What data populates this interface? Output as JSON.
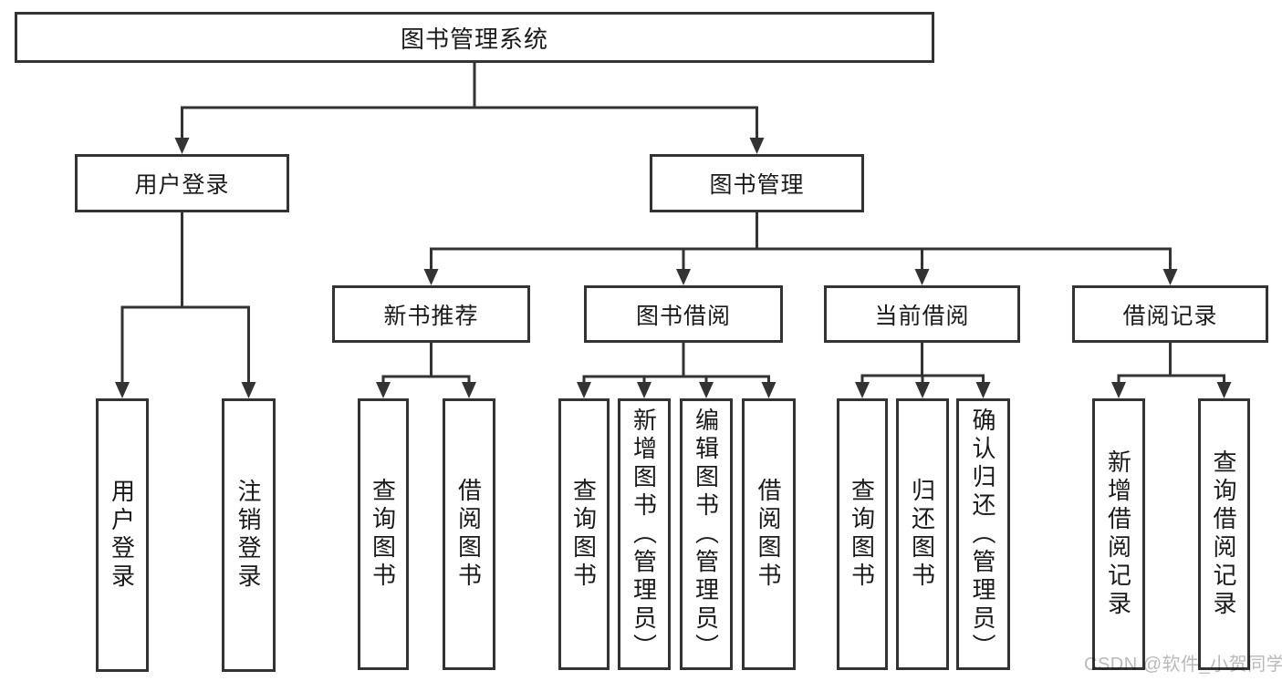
{
  "watermark": "CSDN @软件_小贺同学",
  "colors": {
    "line": "#333333",
    "text": "#1a1a1a",
    "watermark_gray": "#b9b9b9",
    "background": "#ffffff"
  },
  "tree": {
    "root": "图书管理系统",
    "user_login": {
      "label": "用户登录",
      "children": [
        "用户登录",
        "注销登录"
      ]
    },
    "book_mgmt": {
      "label": "图书管理",
      "groups": [
        {
          "label": "新书推荐",
          "children": [
            "查询图书",
            "借阅图书"
          ]
        },
        {
          "label": "图书借阅",
          "children": [
            "查询图书",
            "新增图书（管理员）",
            "编辑图书（管理员）",
            "借阅图书"
          ]
        },
        {
          "label": "当前借阅",
          "children": [
            "查询图书",
            "归还图书",
            "确认归还（管理员）"
          ]
        },
        {
          "label": "借阅记录",
          "children": [
            "新增借阅记录",
            "查询借阅记录"
          ]
        }
      ]
    }
  }
}
